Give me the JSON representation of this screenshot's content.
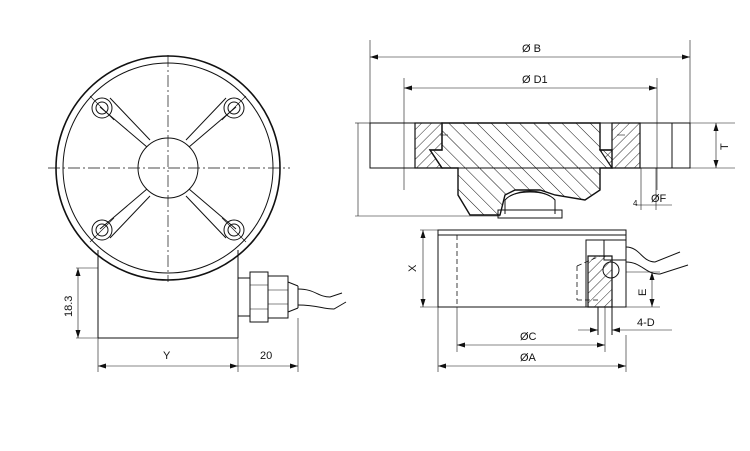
{
  "labels": {
    "dia_b": "Ø B",
    "dia_d1": "Ø D1",
    "dia_c": "ØC",
    "dia_a": "ØA",
    "dia_f": "ØF",
    "dim_4": "4",
    "dim_t": "T",
    "dim_x": "X",
    "dim_e": "E",
    "holes_4d": "4-D",
    "height_18_3": "18.3",
    "width_y": "Y",
    "cable_20": "20"
  }
}
